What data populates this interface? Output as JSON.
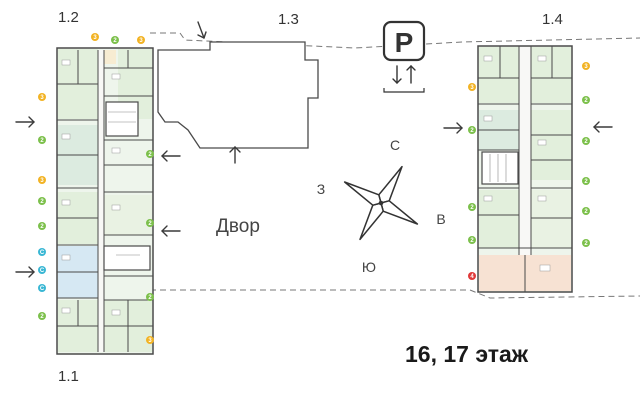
{
  "sections": {
    "s12": "1.2",
    "s13": "1.3",
    "s14": "1.4",
    "s11": "1.1"
  },
  "courtyard": "Двор",
  "floor_label": "16, 17 этаж",
  "parking": {
    "icon": "parking-icon",
    "letter": "P"
  },
  "compass": {
    "north": "С",
    "south": "Ю",
    "west": "З",
    "east": "В"
  },
  "colors": {
    "studio": "#3ab7d4",
    "one_room": "#7cc04b",
    "two_room": "#f2b324",
    "three_room": "#e03a3a",
    "wall": "#4a4a4a",
    "arrow": "#3a3a3a"
  }
}
